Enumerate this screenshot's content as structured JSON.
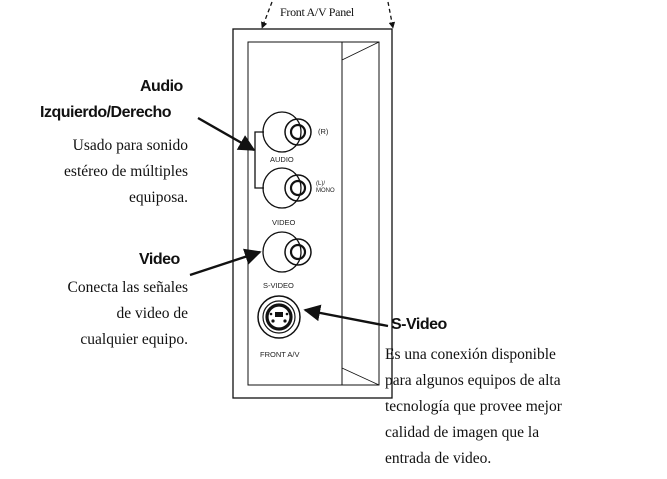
{
  "panel": {
    "title": "Front A/V Panel",
    "audio_label": "AUDIO",
    "right_marker": "(R)",
    "left_mono_marker_line1": "(L)/",
    "left_mono_marker_line2": "MONO",
    "video_label": "VIDEO",
    "svideo_label": "S-VIDEO",
    "front_av_label": "FRONT A/V"
  },
  "callouts": {
    "audio": {
      "heading_line1": "Audio",
      "heading_line2": "Izquierdo/Derecho",
      "body": [
        "Usado para sonido",
        "estéreo de múltiples",
        "equiposa."
      ]
    },
    "video": {
      "heading": "Video",
      "body": [
        "Conecta las señales",
        "de video de",
        "cualquier equipo."
      ]
    },
    "svideo": {
      "heading": "S-Video",
      "body": [
        "Es una conexión disponible",
        "para algunos equipos de alta",
        "tecnología que provee mejor",
        "calidad de imagen que la",
        "entrada de video."
      ]
    }
  }
}
